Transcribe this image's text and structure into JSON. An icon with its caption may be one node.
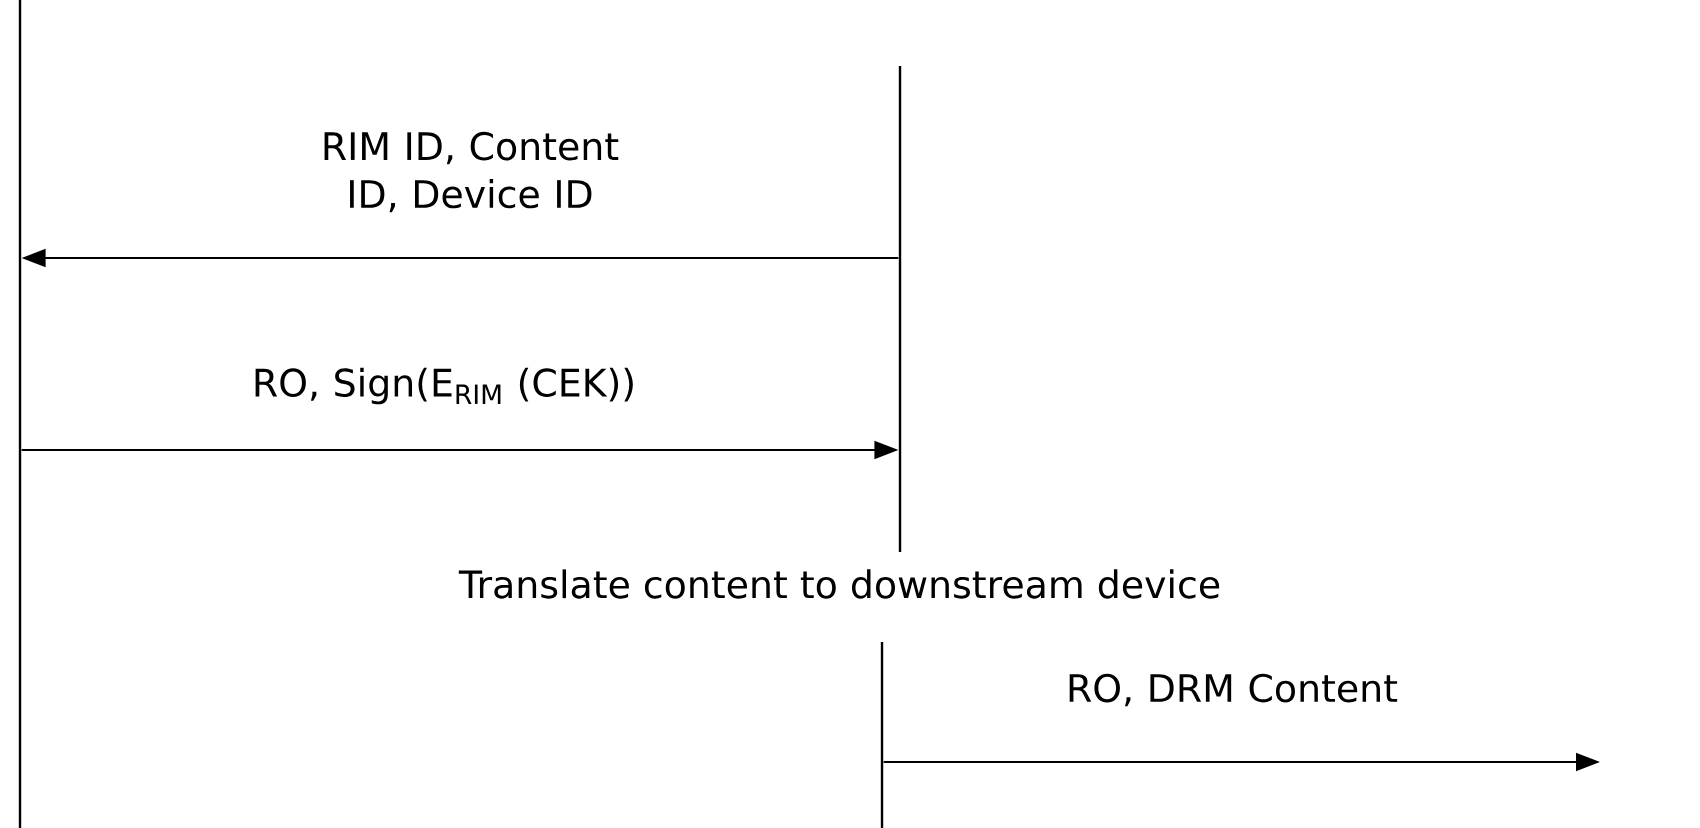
{
  "diagram": {
    "nodes": [
      {
        "text": [],
        "shape": "bar"
      },
      {
        "text": [],
        "shape": "bar"
      },
      {
        "text": [],
        "shape": "bar"
      }
    ],
    "edges": [
      {
        "from": 1,
        "to": 0,
        "arrow": "to",
        "label": "RIM ID, Content ID, Device ID"
      },
      {
        "from": 0,
        "to": 1,
        "arrow": "to",
        "label": "RO, Sign(E$_{RIM}$ (CEK))"
      },
      {
        "from": 2,
        "to": null,
        "arrow": "to",
        "label": "RO, DRM Content"
      }
    ],
    "labels": [
      "Translate content to downstream device"
    ]
  }
}
